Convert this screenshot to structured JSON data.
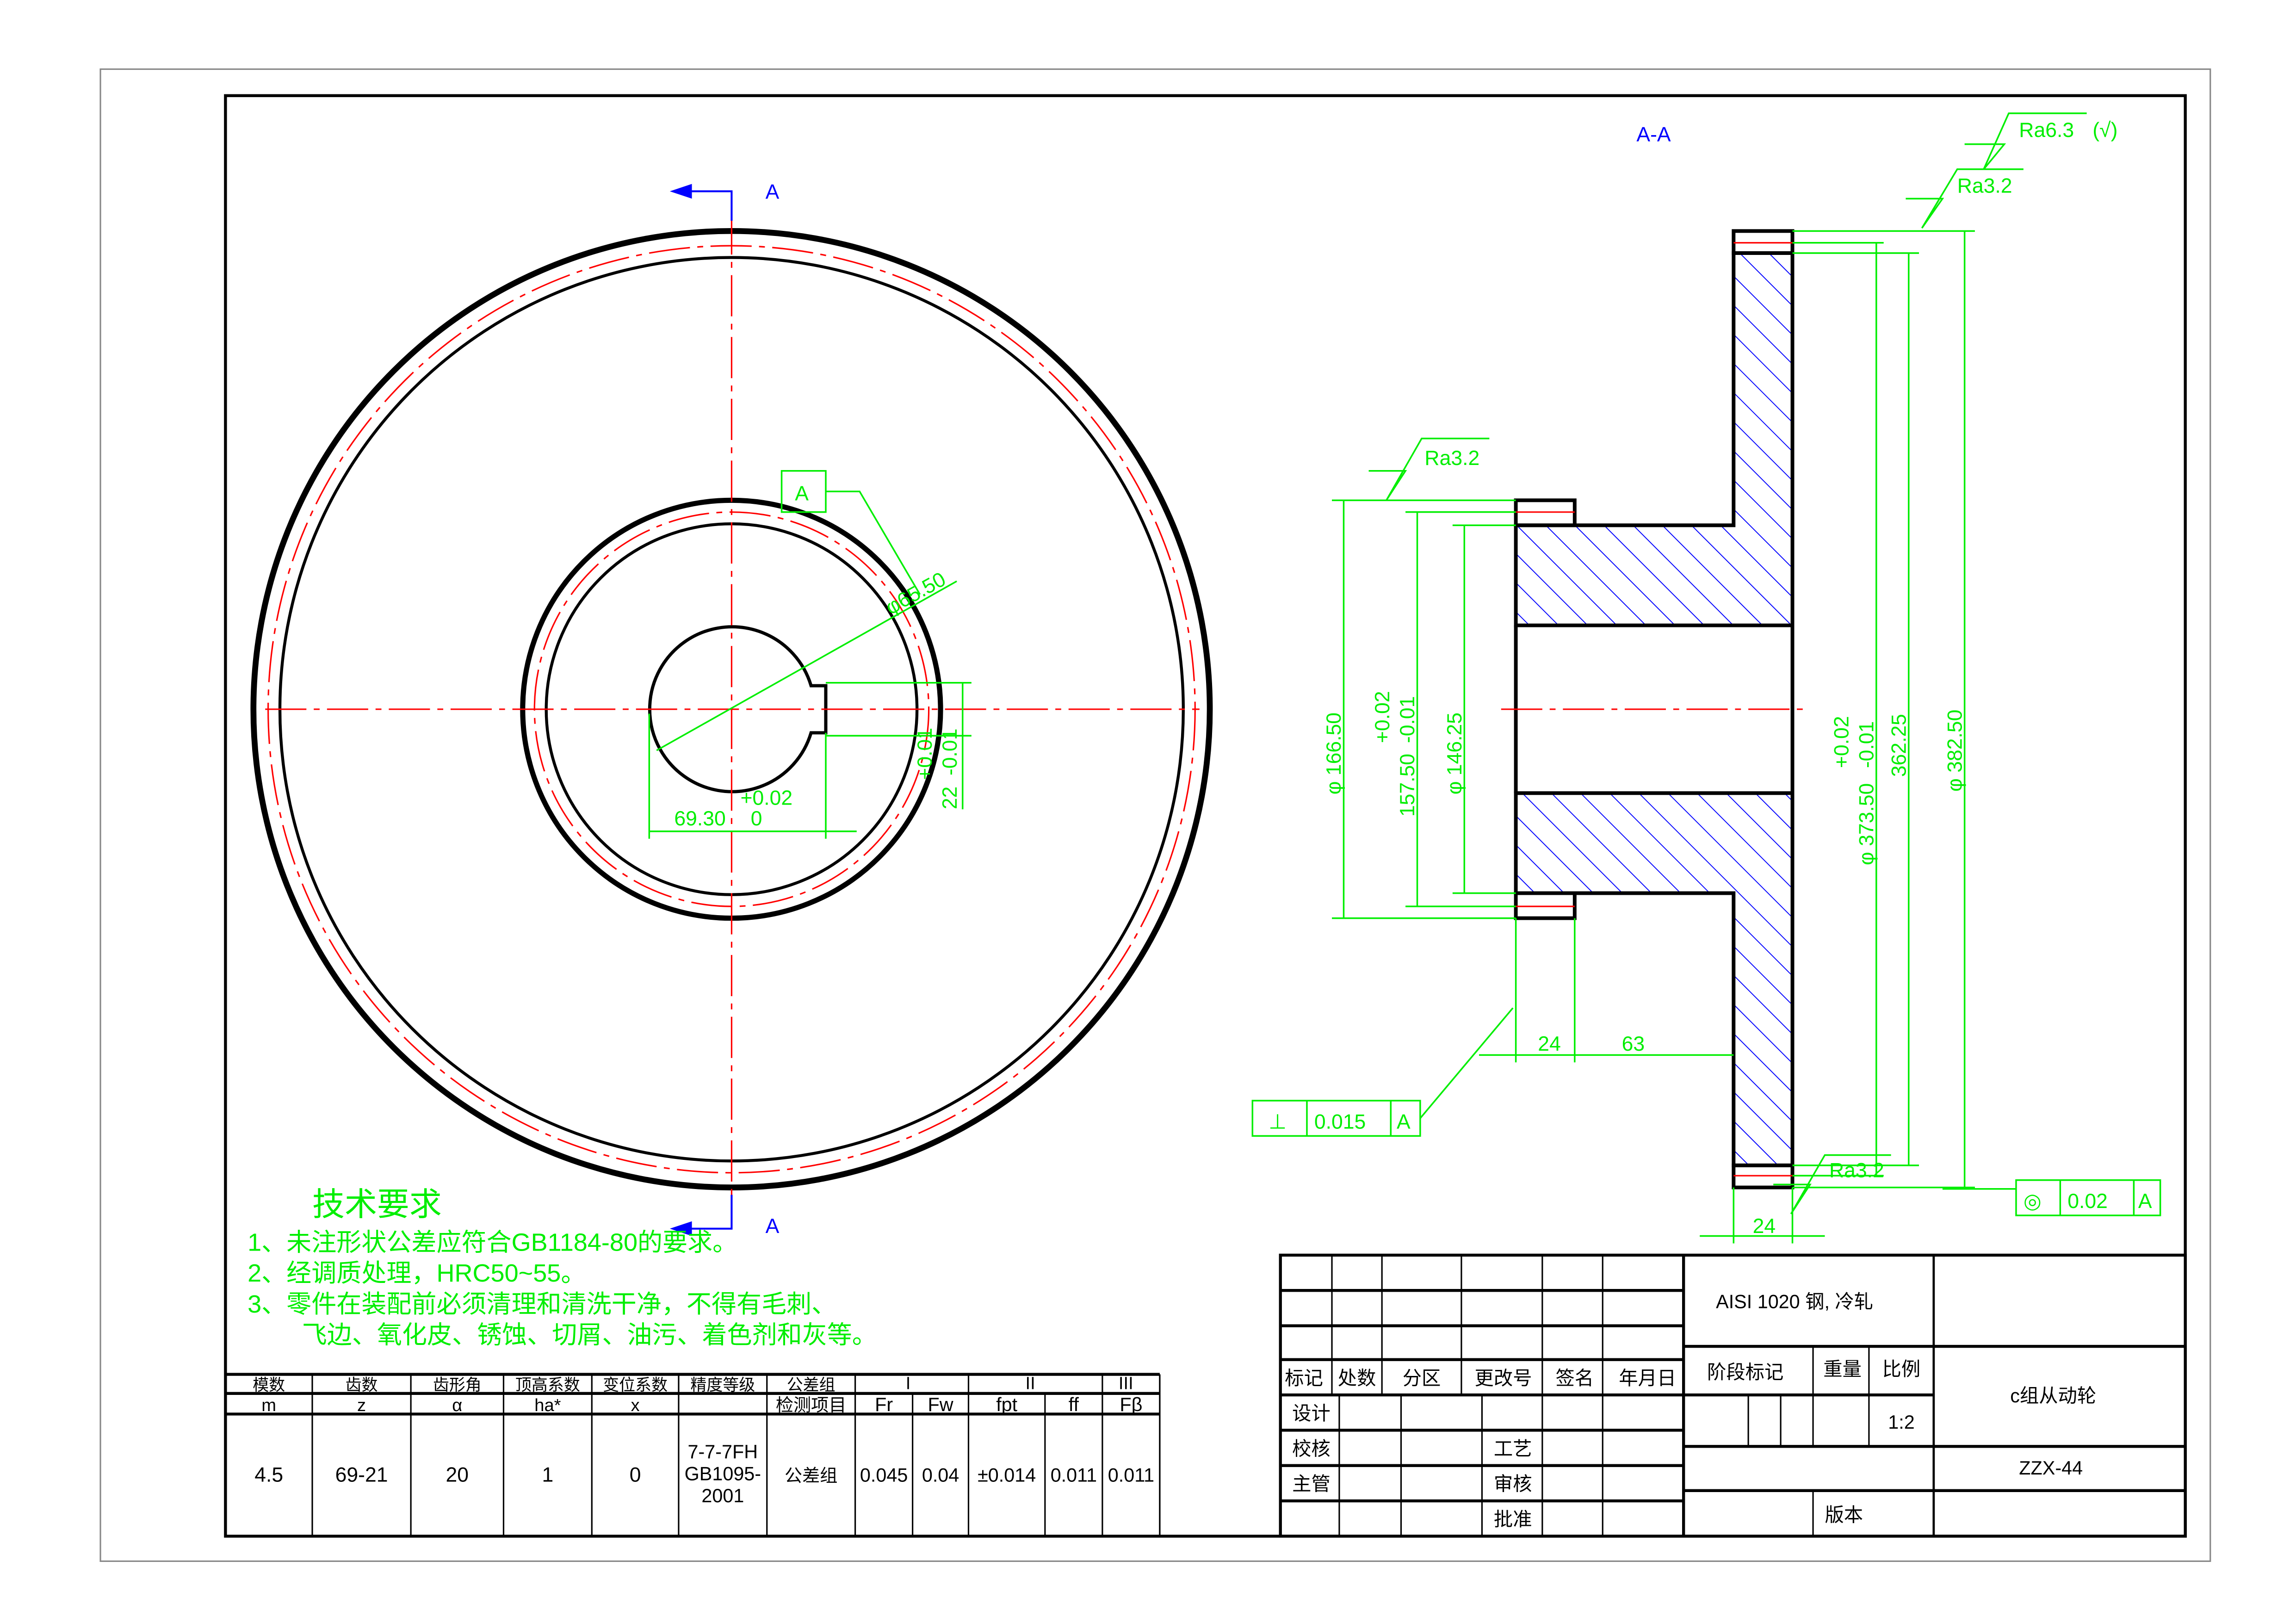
{
  "colors": {
    "outline": "#000000",
    "dimension": "#00ee00",
    "centerline": "#ff0000",
    "hatch": "#0000ff",
    "section_mark": "#0000ff"
  },
  "front_view": {
    "section_mark": "A",
    "datum_label": "A",
    "bore_dim": "φ65.50",
    "keyway_width": {
      "value": "69.30",
      "upper": "+0.02",
      "lower": "0"
    },
    "keyway_height": {
      "value": "22",
      "upper": "+0.01",
      "lower": "-0.01"
    }
  },
  "section_view": {
    "title": "A-A",
    "roughness_general": "Ra6.3",
    "roughness_general_suffix": "(√)",
    "roughness_rim": "Ra3.2",
    "roughness_hub": "Ra3.2",
    "roughness_face": "Ra3.2",
    "dims": {
      "hub_od": "φ 166.50",
      "hub_mid": "157.50",
      "hub_mid_upper": "+0.02",
      "hub_mid_lower": "-0.01",
      "hub_inner": "φ 146.25",
      "rim_a": "φ 373.50",
      "rim_a_upper": "+0.02",
      "rim_a_lower": "-0.01",
      "rim_b": "362.25",
      "rim_od": "φ 382.50",
      "hub_len": "24",
      "hub_offset": "63",
      "rim_width": "24"
    },
    "perpendicularity": {
      "symbol": "⊥",
      "value": "0.015",
      "datum": "A"
    },
    "concentricity": {
      "symbol": "◎",
      "value": "0.02",
      "datum": "A"
    }
  },
  "tech_requirements": {
    "title": "技术要求",
    "lines": [
      "1、未注形状公差应符合GB1184-80的要求。",
      "2、经调质处理，HRC50~55。",
      "3、零件在装配前必须清理和清洗干净，不得有毛刺、",
      "飞边、氧化皮、锈蚀、切屑、油污、着色剂和灰等。"
    ]
  },
  "gear_table": {
    "headers": [
      "模数",
      "齿数",
      "齿形角",
      "顶高系数",
      "变位系数",
      "精度等级",
      "公差组"
    ],
    "symbols": [
      "m",
      "z",
      "α",
      "ha*",
      "x",
      "",
      "检测项目"
    ],
    "groups": [
      "I",
      "II",
      "III"
    ],
    "check_items": [
      "Fr",
      "Fw",
      "fpt",
      "ff",
      "Fβ"
    ],
    "values": [
      "4.5",
      "69-21",
      "20",
      "1",
      "0"
    ],
    "precision_lines": [
      "7-7-7FH",
      "GB1095-",
      "2001"
    ],
    "group_value": "公差组",
    "tolerances": [
      "0.045",
      "0.04",
      "±0.014",
      "0.011",
      "0.011"
    ]
  },
  "title_block": {
    "material": "AISI 1020 钢, 冷轧",
    "rev_headers": [
      "标记",
      "处数",
      "分区",
      "更改号",
      "签名",
      "年月日"
    ],
    "roles": [
      "设计",
      "校核",
      "主管"
    ],
    "roles2": [
      "工艺",
      "审核",
      "批准"
    ],
    "stage_label": "阶段标记",
    "weight_label": "重量",
    "scale_label": "比例",
    "scale": "1:2",
    "part_name": "c组从动轮",
    "drawing_no": "ZZX-44",
    "version_label": "版本"
  }
}
